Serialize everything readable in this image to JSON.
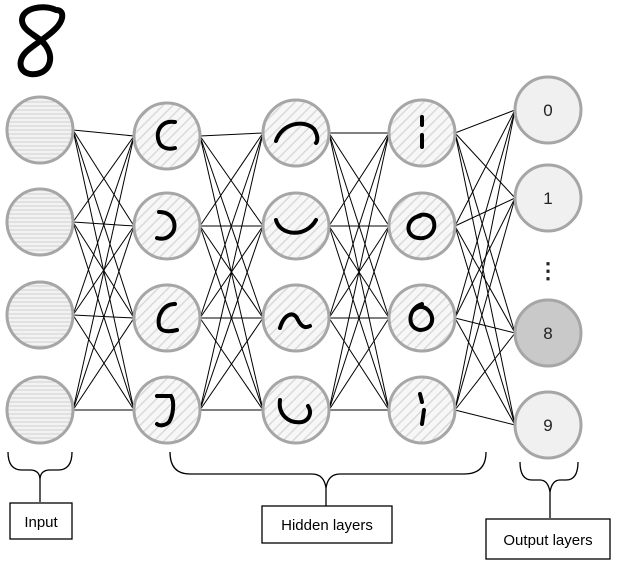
{
  "labels": {
    "input": "Input",
    "hidden": "Hidden layers",
    "output": "Output layers"
  },
  "output_nodes": [
    "0",
    "1",
    "8",
    "9"
  ],
  "ellipsis": "⋮",
  "highlighted_output": "8",
  "colors": {
    "node_stroke": "#a6a6a6",
    "node_fill": "#f0f0f0",
    "highlight_fill": "#c9c9c9",
    "edge": "#000000",
    "stroke_ink": "#000000"
  }
}
